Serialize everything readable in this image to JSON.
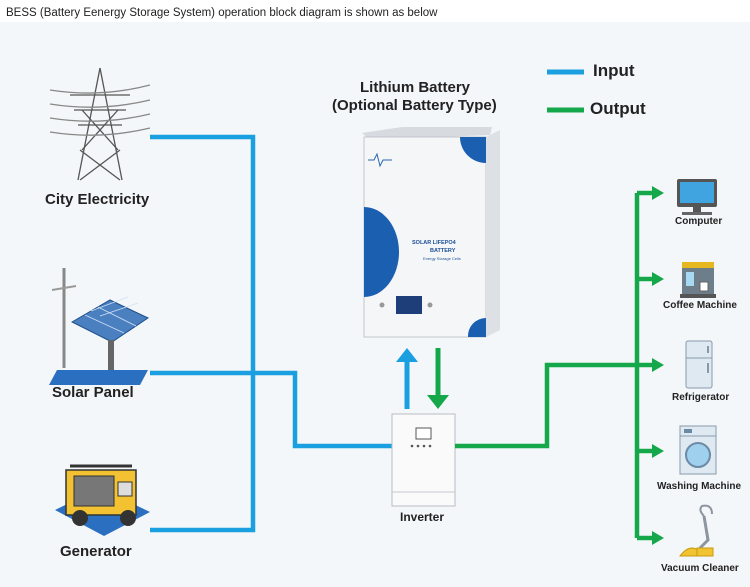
{
  "caption": "BESS (Battery Eenergy Storage System) operation block diagram is shown as below",
  "legend": {
    "input": "Input",
    "output": "Output"
  },
  "colors": {
    "input": "#1a9fe0",
    "output": "#14a84a"
  },
  "battery": {
    "title_line1": "Lithium Battery",
    "title_line2": "(Optional Battery Type)",
    "label_line1": "SOLAR LIFEPO4",
    "label_line2": "BATTERY",
    "label_line3": "Energy Storage Cells"
  },
  "inputs": {
    "city": "City Electricity",
    "solar": "Solar Panel",
    "generator": "Generator"
  },
  "inverter": "Inverter",
  "outputs": {
    "computer": "Computer",
    "coffee": "Coffee Machine",
    "fridge": "Refrigerator",
    "washer": "Washing Machine",
    "vacuum": "Vacuum Cleaner"
  }
}
